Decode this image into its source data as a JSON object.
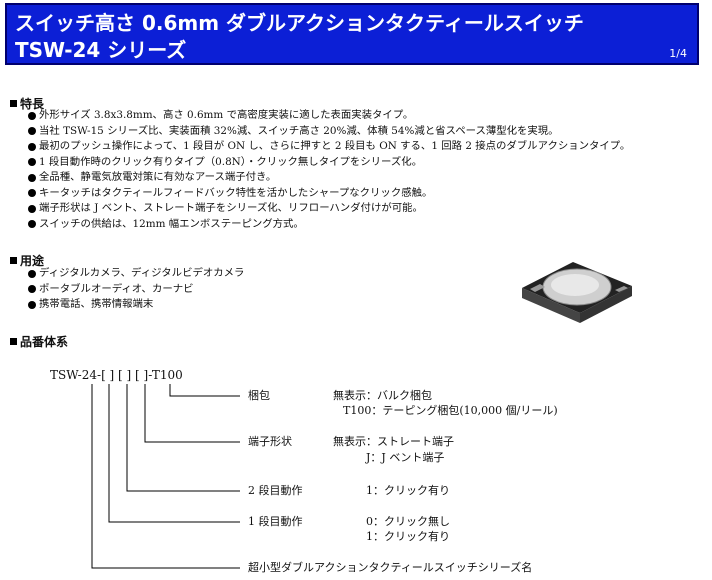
{
  "header": {
    "title_line1": "スイッチ高さ 0.6mm ダブルアクションタクティールスイッチ",
    "title_line2": "TSW-24 シリーズ",
    "page": "1/4"
  },
  "features": {
    "title": "特長",
    "items": [
      "外形サイズ 3.8x3.8mm、高さ 0.6mm で高密度実装に適した表面実装タイプ。",
      "当社 TSW-15 シリーズ比、実装面積 32%減、スイッチ高さ 20%減、体積 54%減と省スペース薄型化を実現。",
      "最初のプッシュ操作によって、1 段目が ON し、さらに押すと 2 段目も ON する、1 回路 2 接点のダブルアクションタイプ。",
      "1 段目動作時のクリック有りタイプ（0.8N）・クリック無しタイプをシリーズ化。",
      "全品種、静電気放電対策に有効なアース端子付き。",
      "キータッチはタクティールフィードバック特性を活かしたシャープなクリック感触。",
      "端子形状は J ベント、ストレート端子をシリーズ化、リフローハンダ付けが可能。",
      "スイッチの供給は、12mm 幅エンボステーピング方式。"
    ]
  },
  "applications": {
    "title": "用途",
    "items": [
      "ディジタルカメラ、ディジタルビデオカメラ",
      "ポータブルオーディオ、カーナビ",
      "携帯電話、携帯情報端末"
    ]
  },
  "part_number": {
    "title": "品番体系",
    "code": "TSW-24-[ ] [ ] [ ]-T100",
    "rows": [
      {
        "label": "梱包",
        "key": "無表示：",
        "value": "バルク梱包"
      },
      {
        "label": "",
        "key": "T100：",
        "value": "テーピング梱包(10,000 個/リール)"
      },
      {
        "label": "端子形状",
        "key": "無表示：",
        "value": "ストレート端子"
      },
      {
        "label": "",
        "key": "J：",
        "value": "J ベント端子"
      },
      {
        "label": "2 段目動作",
        "key": "1：",
        "value": "クリック有り"
      },
      {
        "label": "1 段目動作",
        "key": "0：",
        "value": "クリック無し"
      },
      {
        "label": "",
        "key": "1：",
        "value": "クリック有り"
      }
    ],
    "series_name": "超小型ダブルアクションタクティールスイッチシリーズ名"
  }
}
